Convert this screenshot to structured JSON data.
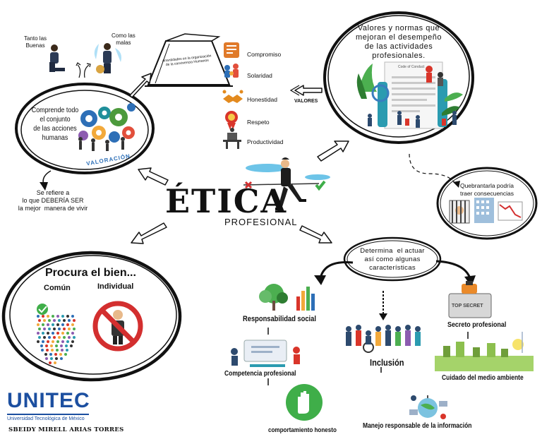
{
  "title": {
    "main": "ÉTICA",
    "sub": "PROFESIONAL"
  },
  "top_left": {
    "buenas": "Tanto las\nBuenas",
    "malas": "Como las\nmalas"
  },
  "pyramid_text": "Anantidades en la organización de la convivencia Humanos",
  "valoracion": {
    "text": "Comprende todo\nel conjunto\nde las acciones\nhumanas",
    "label": "VALORACIÓN"
  },
  "refers": "Se refiere a\nlo que DEBERÍA SER\nla mejor  manera de vivir",
  "values_list": {
    "items": [
      {
        "label": "Compromiso",
        "icon": "document-icon",
        "color": "#e07a2a"
      },
      {
        "label": "Solaridad",
        "icon": "people-icon",
        "color": "#2d6fb7"
      },
      {
        "label": "Honestidad",
        "icon": "handshake-icon",
        "color": "#e38a1e"
      },
      {
        "label": "Respeto",
        "icon": "medal-icon",
        "color": "#d9352a"
      },
      {
        "label": "Productividad",
        "icon": "desk-icon",
        "color": "#3a3a3a"
      }
    ],
    "valores_label": "VALORES"
  },
  "top_right": {
    "text": "Valores y normas que\nmejoran el desempeño\nde las actividades\nprofesionales.",
    "doc_title": "Code of Conduct"
  },
  "consequences": "Quebrantarla podría\ntraer consecuencias",
  "procura": {
    "title": "Procura el bien...",
    "comun": "Común",
    "individual": "Individual"
  },
  "determina": "Determina  el actuar\nasí como algunas\ncaracterísticas",
  "characteristics": {
    "responsabilidad": "Responsabilidad social",
    "competencia": "Competencia profesional",
    "honesto": "comportamiento honesto",
    "inclusion": "Inclusión",
    "secreto": "Secreto profesional",
    "top_secret": "TOP SECRET",
    "medio": "Cuidado del medio ambiente",
    "manejo": "Manejo responsable de la información"
  },
  "footer": {
    "logo": "UNITEC",
    "logo_sub": "Universidad Tecnológica de México",
    "author": "SBEIDY MIRELL ARIAS TORRES"
  },
  "colors": {
    "unitec_blue": "#1c4fa0",
    "green": "#4caf50",
    "red": "#d32f2f"
  }
}
